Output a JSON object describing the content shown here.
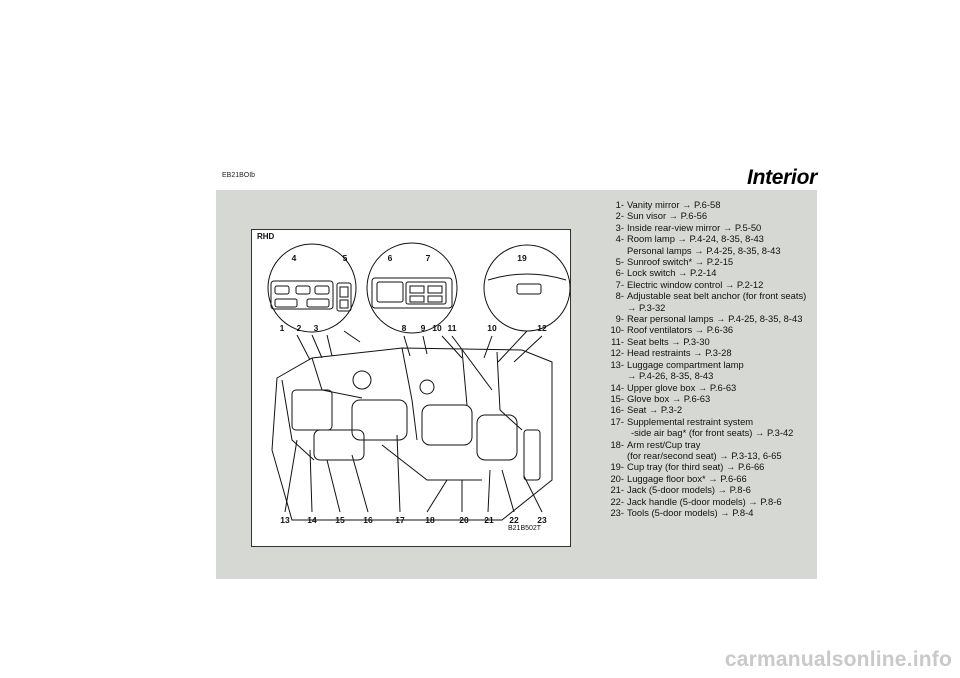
{
  "page": {
    "code": "EB21BOIb",
    "title": "Interior",
    "watermark": "carmanualsonline.info"
  },
  "figure": {
    "variant": "RHD",
    "figure_code": "B21B502T",
    "callouts": [
      "1",
      "2",
      "3",
      "4",
      "5",
      "6",
      "7",
      "8",
      "9",
      "10",
      "11",
      "10",
      "12",
      "13",
      "14",
      "15",
      "16",
      "17",
      "18",
      "19",
      "20",
      "21",
      "22",
      "23"
    ]
  },
  "items": [
    {
      "num": "1-",
      "text": "Vanity mirror → P.6-58"
    },
    {
      "num": "2-",
      "text": "Sun visor → P.6-56"
    },
    {
      "num": "3-",
      "text": "Inside rear-view mirror → P.5-50"
    },
    {
      "num": "4-",
      "text": "Room lamp → P.4-24, 8-35, 8-43"
    },
    {
      "num": "",
      "text": "Personal lamps → P.4-25, 8-35, 8-43"
    },
    {
      "num": "5-",
      "text": "Sunroof switch* → P.2-15"
    },
    {
      "num": "6-",
      "text": "Lock switch → P.2-14"
    },
    {
      "num": "7-",
      "text": "Electric window control → P.2-12"
    },
    {
      "num": "8-",
      "text": "Adjustable seat belt anchor (for front seats)"
    },
    {
      "num": "",
      "text": "→ P.3-32"
    },
    {
      "num": "9-",
      "text": "Rear personal lamps → P.4-25, 8-35, 8-43"
    },
    {
      "num": "10-",
      "text": "Roof ventilators → P.6-36"
    },
    {
      "num": "11-",
      "text": "Seat belts → P.3-30"
    },
    {
      "num": "12-",
      "text": "Head restraints → P.3-28"
    },
    {
      "num": "13-",
      "text": "Luggage compartment lamp"
    },
    {
      "num": "",
      "text": "→ P.4-26, 8-35, 8-43"
    },
    {
      "num": "14-",
      "text": "Upper glove box → P.6-63"
    },
    {
      "num": "15-",
      "text": "Glove box → P.6-63"
    },
    {
      "num": "16-",
      "text": "Seat → P.3-2"
    },
    {
      "num": "17-",
      "text": "Supplemental restraint system"
    },
    {
      "num": "",
      "text": "-side air bag* (for front seats) → P.3-42"
    },
    {
      "num": "18-",
      "text": "Arm rest/Cup tray"
    },
    {
      "num": "",
      "text": "(for rear/second seat) → P.3-13, 6-65"
    },
    {
      "num": "19-",
      "text": "Cup tray (for third seat) → P.6-66"
    },
    {
      "num": "20-",
      "text": "Luggage floor box* → P.6-66"
    },
    {
      "num": "21-",
      "text": "Jack (5-door models) → P.8-6"
    },
    {
      "num": "22-",
      "text": "Jack handle (5-door models) → P.8-6"
    },
    {
      "num": "23-",
      "text": "Tools (5-door models) → P.8-4"
    }
  ]
}
